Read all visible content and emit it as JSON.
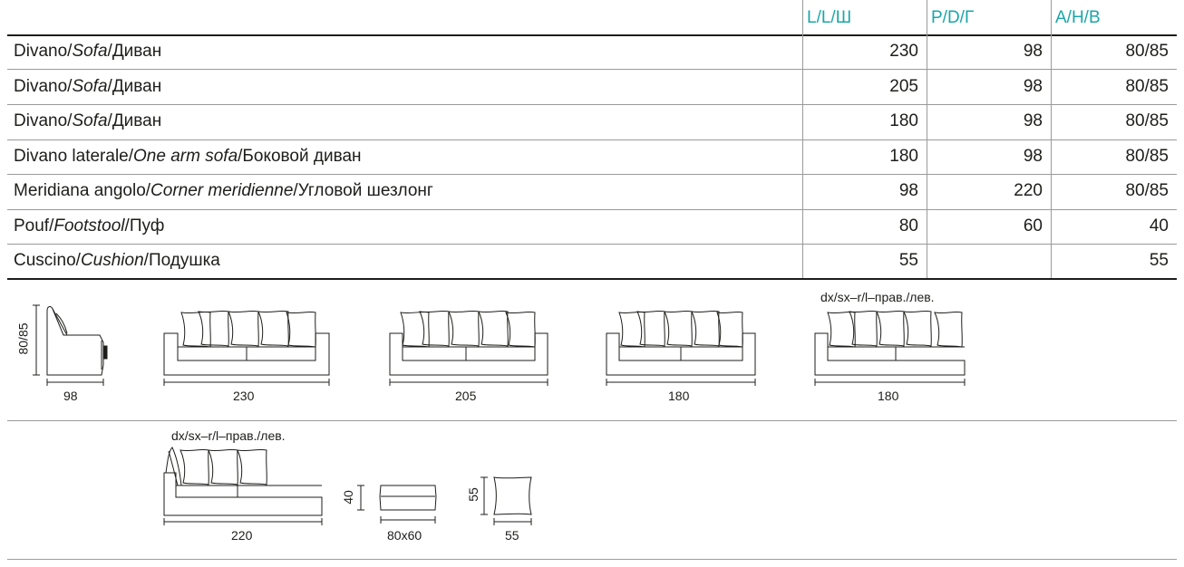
{
  "header": {
    "col_l": "L/L/Ш",
    "col_p": "P/D/Г",
    "col_a": "A/H/B"
  },
  "rows": [
    {
      "it": "Divano",
      "en": "Sofa",
      "ru": "Диван",
      "l": "230",
      "p": "98",
      "a": "80/85"
    },
    {
      "it": "Divano",
      "en": "Sofa",
      "ru": "Диван",
      "l": "205",
      "p": "98",
      "a": "80/85"
    },
    {
      "it": "Divano",
      "en": "Sofa",
      "ru": "Диван",
      "l": "180",
      "p": "98",
      "a": "80/85"
    },
    {
      "it": "Divano laterale",
      "en": "One arm sofa",
      "ru": "Боковой диван",
      "l": "180",
      "p": "98",
      "a": "80/85"
    },
    {
      "it": "Meridiana angolo",
      "en": "Corner meridienne",
      "ru": "Угловой шезлонг",
      "l": "98",
      "p": "220",
      "a": "80/85"
    },
    {
      "it": "Pouf",
      "en": "Footstool",
      "ru": "Пуф",
      "l": "80",
      "p": "60",
      "a": "40"
    },
    {
      "it": "Cuscino",
      "en": "Cushion",
      "ru": "Подушка",
      "l": "55",
      "p": "",
      "a": "55"
    }
  ],
  "drawings": {
    "side_height": "80/85",
    "side_depth": "98",
    "sofa_230": "230",
    "sofa_205": "205",
    "sofa_180": "180",
    "one_arm_note": "dx/sx–r/l–прав./лев.",
    "one_arm_width": "180",
    "meridienne_note": "dx/sx–r/l–прав./лев.",
    "meridienne_width": "220",
    "pouf_height": "40",
    "pouf_size": "80x60",
    "cushion_height": "55",
    "cushion_width": "55"
  }
}
